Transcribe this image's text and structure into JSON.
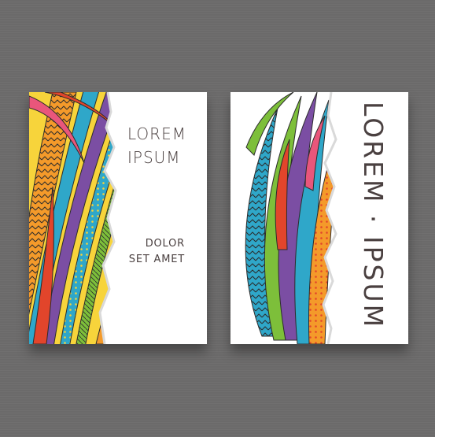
{
  "cards": [
    {
      "title_line1": "LOREM",
      "title_line2": "IPSUM",
      "subtitle_line1": "DOLOR",
      "subtitle_line2": "SET AMET"
    },
    {
      "title_vertical": "LOREM · IPSUM"
    }
  ],
  "colors": {
    "background": "#6b6a6a",
    "card": "#ffffff",
    "text": "#4a4040",
    "palette": [
      "#e2452b",
      "#f49a2a",
      "#f7d43b",
      "#7dbf3a",
      "#2fa7c9",
      "#7b4ea3",
      "#e9567b"
    ]
  }
}
